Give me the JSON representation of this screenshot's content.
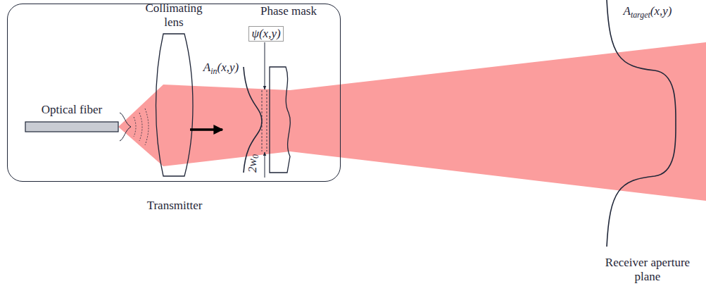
{
  "diagram": {
    "nodes": [
      {
        "text": [
          "Transmitter"
        ]
      },
      {
        "text": [
          "ψ(x,y)"
        ],
        "in": 0
      }
    ],
    "labels": [
      "Optical fiber",
      "Collimating lens",
      "Phase mask",
      "Ain(x,y)",
      "2w0",
      "Atarget(x,y)",
      "Receiver aperture plane"
    ]
  }
}
